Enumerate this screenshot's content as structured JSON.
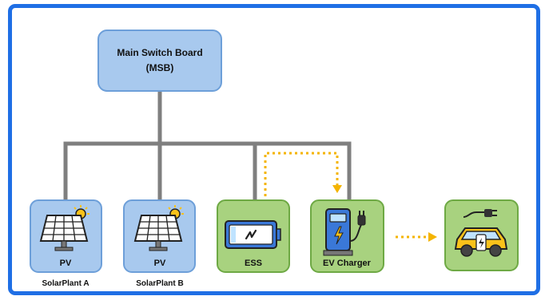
{
  "diagram": {
    "msb": {
      "line1": "Main Switch Board",
      "line2": "(MSB)"
    },
    "pv_a": {
      "label": "PV",
      "caption": "SolarPlant A"
    },
    "pv_b": {
      "label": "PV",
      "caption": "SolarPlant B"
    },
    "ess": {
      "label": "ESS"
    },
    "ev_charger": {
      "label": "EV Charger"
    }
  },
  "colors": {
    "frame": "#1f6fe5",
    "blue_box_fill": "#a8c9ee",
    "blue_box_stroke": "#6d9fd9",
    "green_box_fill": "#a8d27f",
    "green_box_stroke": "#6ea944",
    "bus_line": "#7f7f7f",
    "flow_arrow": "#f4b400"
  },
  "icons": [
    "solar-panel-icon",
    "battery-icon",
    "ev-charger-icon",
    "electric-car-icon"
  ]
}
